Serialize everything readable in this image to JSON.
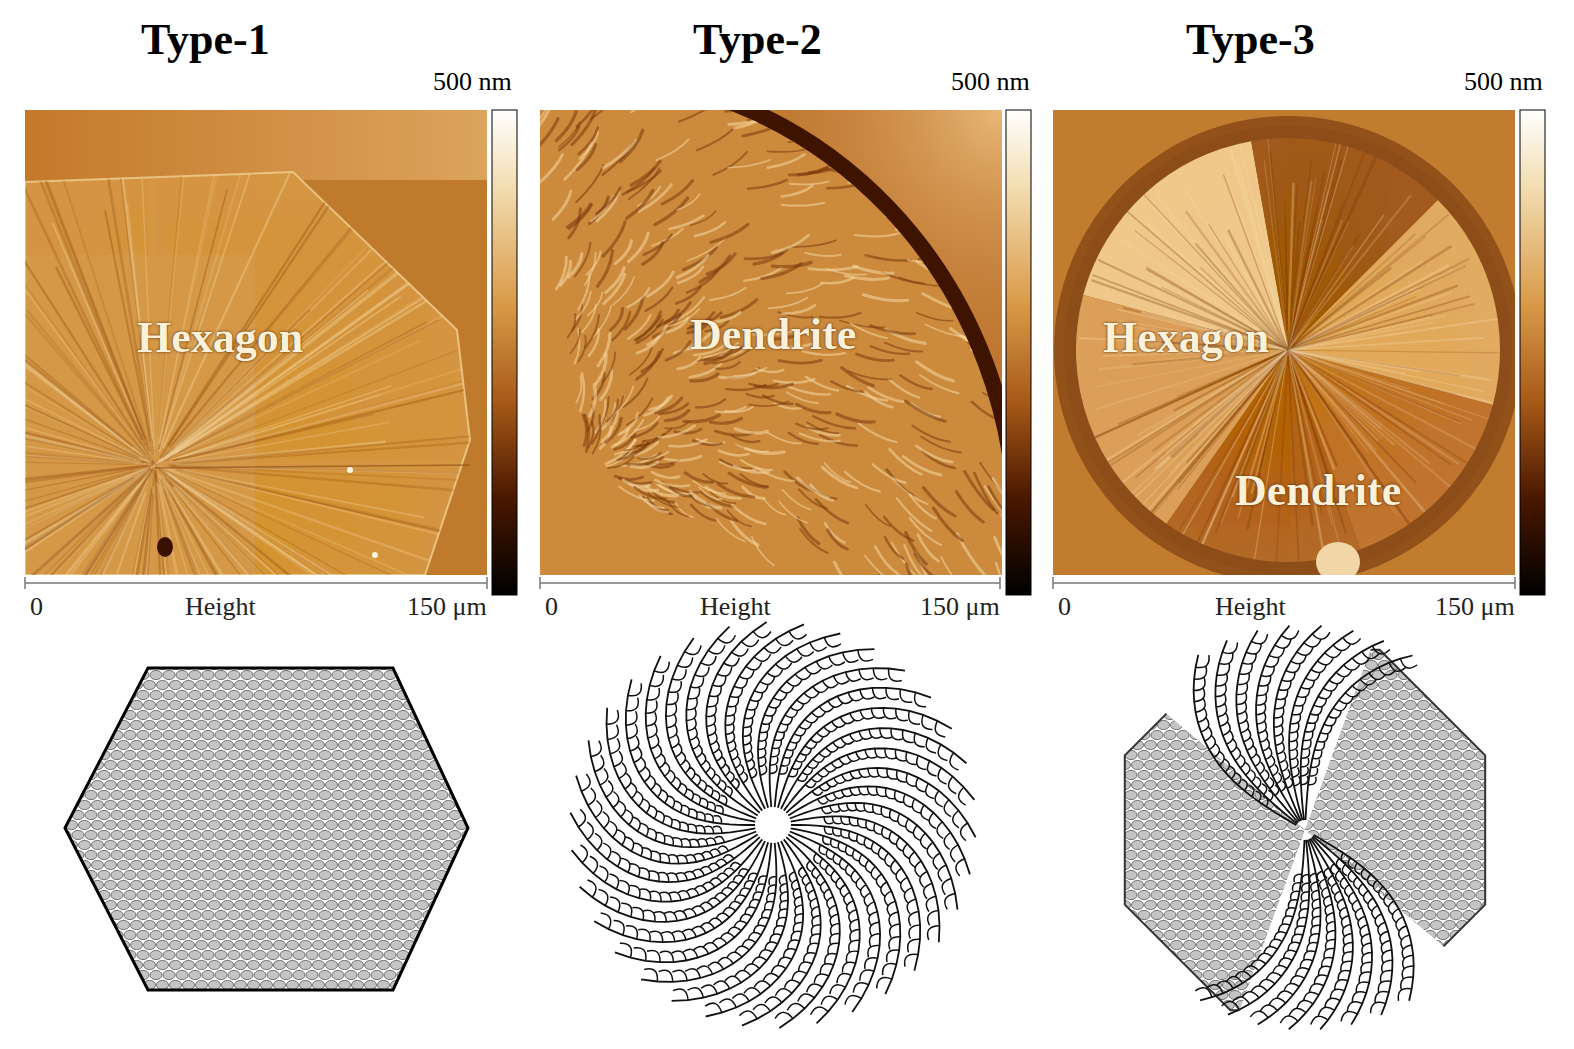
{
  "diagram": {
    "labels": [
      "Type-1",
      "Type-2",
      "Type-3",
      "500 nm",
      "500 nm",
      "500 nm",
      "Hexagon",
      "Dendrite",
      "Hexagon",
      "Dendrite",
      "0",
      "Height",
      "150 μm",
      "0",
      "Height",
      "150 μm",
      "0",
      "Height",
      "150 μm"
    ]
  }
}
